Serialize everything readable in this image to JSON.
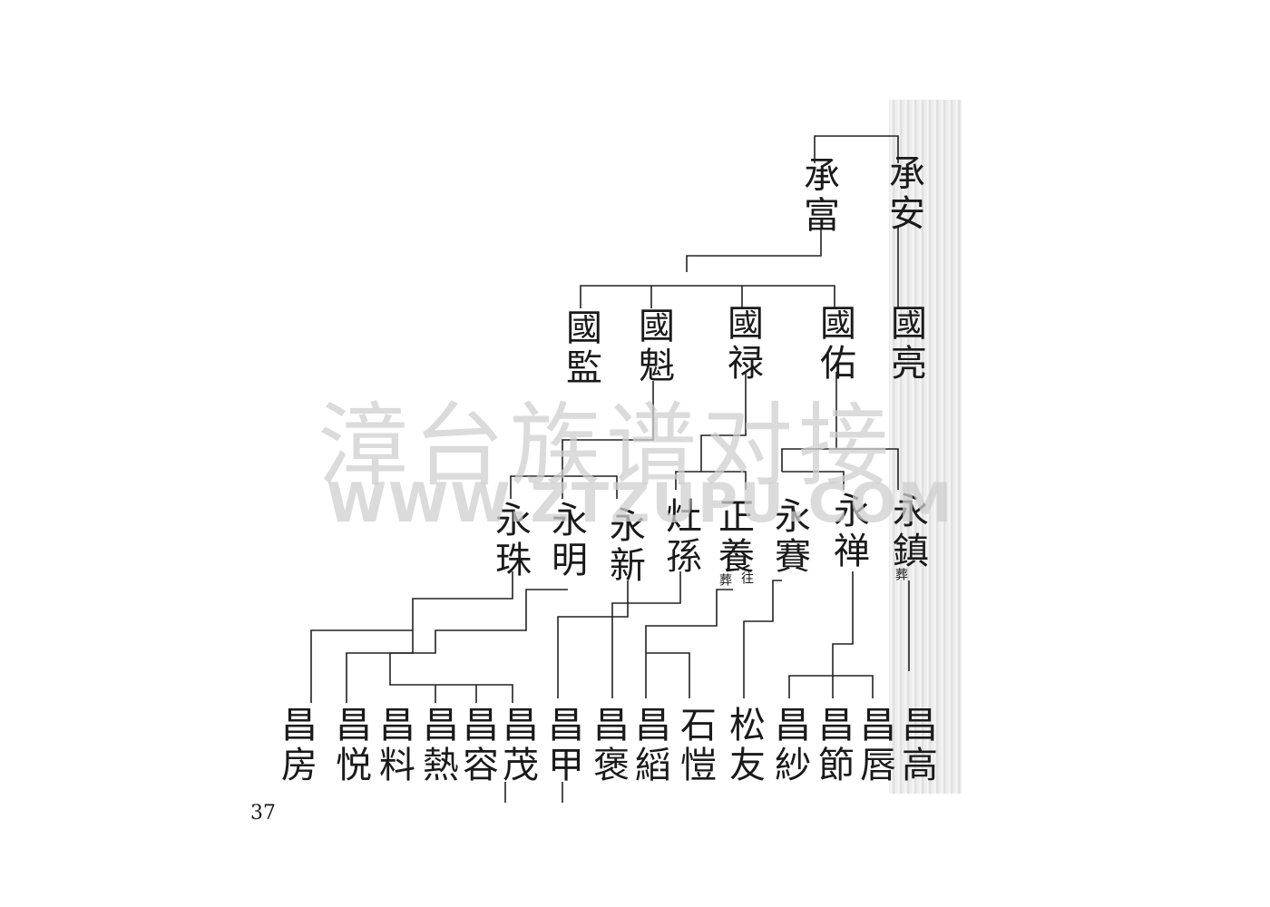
{
  "watermark": {
    "chinese": "漳台族谱对接",
    "english": "WWW.ZTZUPU.COM"
  },
  "page_number": "37",
  "generations": {
    "gen1": [
      {
        "name": "承安"
      },
      {
        "name": "承富"
      }
    ],
    "gen2": [
      {
        "name": "國亮"
      },
      {
        "name": "國佑"
      },
      {
        "name": "國禄"
      },
      {
        "name": "國魁"
      },
      {
        "name": "國監"
      }
    ],
    "gen3": [
      {
        "name": "永鎮",
        "note": "葬"
      },
      {
        "name": "永禅"
      },
      {
        "name": "永賽"
      },
      {
        "name": "正養",
        "note": "往",
        "note2": "葬"
      },
      {
        "name": "灶孫"
      },
      {
        "name": "永新"
      },
      {
        "name": "永明"
      },
      {
        "name": "永珠"
      }
    ],
    "gen4": [
      {
        "name": "昌高"
      },
      {
        "name": "昌唇"
      },
      {
        "name": "昌節"
      },
      {
        "name": "昌紗"
      },
      {
        "name": "松友"
      },
      {
        "name": "石愷"
      },
      {
        "name": "昌縚"
      },
      {
        "name": "昌褒"
      },
      {
        "name": "昌甲"
      },
      {
        "name": "昌茂"
      },
      {
        "name": "昌容"
      },
      {
        "name": "昌熱"
      },
      {
        "name": "昌料"
      },
      {
        "name": "昌悦"
      },
      {
        "name": "昌房"
      }
    ]
  }
}
